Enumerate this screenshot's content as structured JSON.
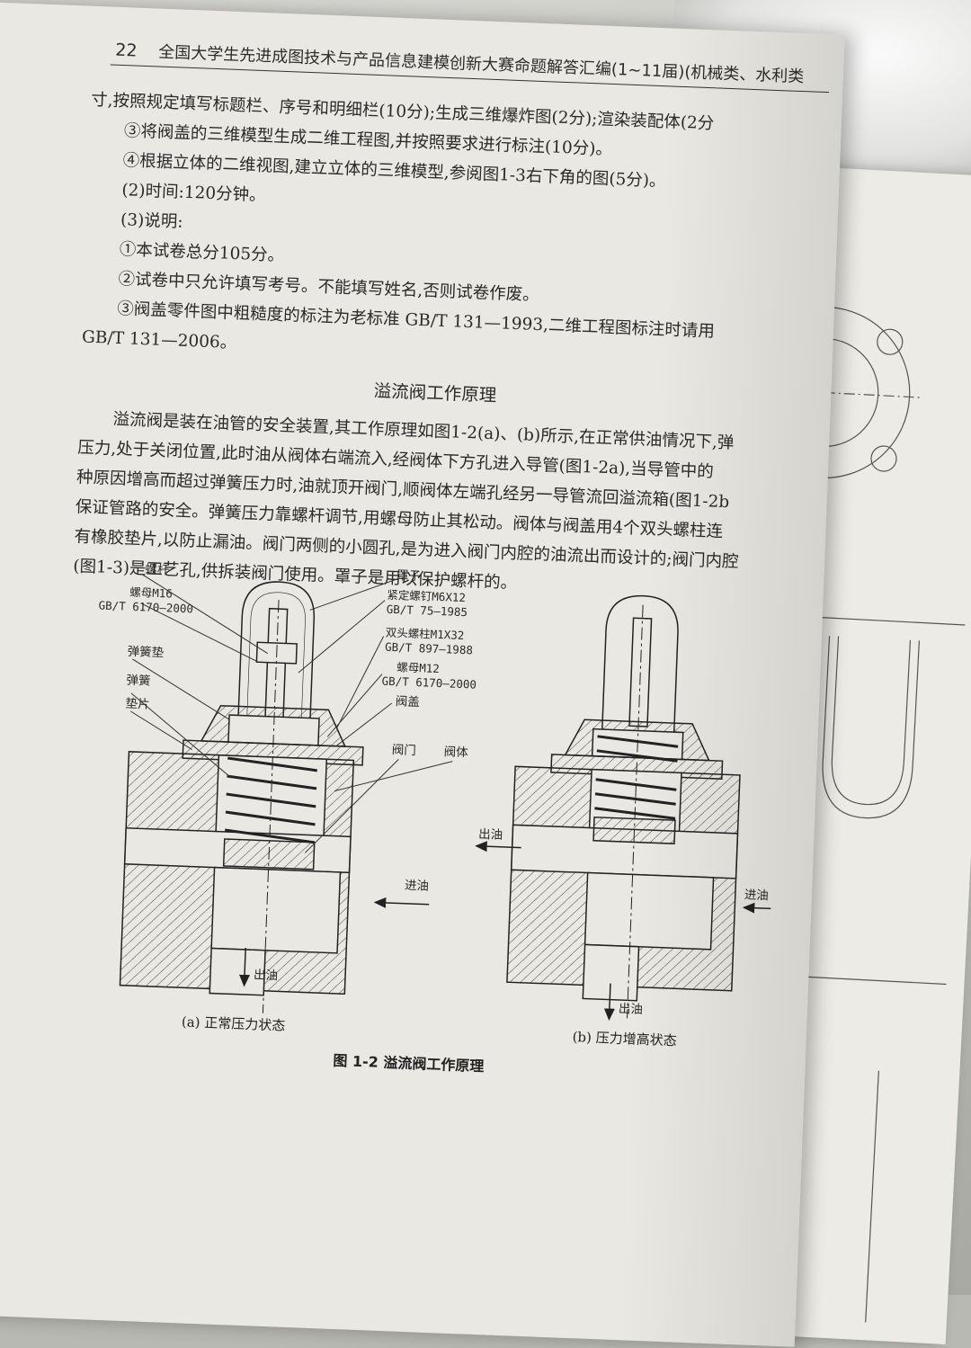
{
  "header": {
    "page_number": "22",
    "title": "全国大学生先进成图技术与产品信息建模创新大赛命题解答汇编(1~11届)(机械类、水利类"
  },
  "paragraphs_top": [
    "寸,按照规定填写标题栏、序号和明细栏(10分);生成三维爆炸图(2分);渲染装配体(2分",
    "③将阀盖的三维模型生成二维工程图,并按照要求进行标注(10分)。",
    "④根据立体的二维视图,建立立体的三维模型,参阅图1-3右下角的图(5分)。",
    "(2)时间:120分钟。",
    "(3)说明:",
    "①本试卷总分105分。",
    "②试卷中只允许填写考号。不能填写姓名,否则试卷作废。",
    "③阀盖零件图中粗糙度的标注为老标准 GB/T 131—1993,二维工程图标注时请用",
    "GB/T 131—2006。"
  ],
  "section_title": "溢流阀工作原理",
  "paragraph_main": [
    "溢流阀是装在油管的安全装置,其工作原理如图1-2(a)、(b)所示,在正常供油情况下,弹",
    "压力,处于关闭位置,此时油从阀体右端流入,经阀体下方孔进入导管(图1-2a),当导管中的",
    "种原因增高而超过弹簧压力时,油就顶开阀门,顺阀体左端孔经另一导管流回溢流箱(图1-2b",
    "保证管路的安全。弹簧压力靠螺杆调节,用螺母防止其松动。阀体与阀盖用4个双头螺柱连",
    "有橡胶垫片,以防止漏油。阀门两侧的小圆孔,是为进入阀门内腔的油流出而设计的;阀门内腔",
    "(图1-3)是工艺孔,供拆装阀门使用。罩子是用以保护螺杆的。"
  ],
  "figure": {
    "labels_left": {
      "screw": "螺杆",
      "nut_m16": "螺母M16",
      "nut_m16_std": "GB/T 6170—2000",
      "spring_washer": "弹簧垫",
      "spring": "弹簧",
      "gasket": "垫片"
    },
    "labels_right": {
      "cover": "罩子",
      "set_screw": "紧定螺钉M6X12",
      "set_screw_std": "GB/T 75—1985",
      "stud": "双头螺柱M1X32",
      "stud_std": "GB/T 897—1988",
      "nut_m12": "螺母M12",
      "nut_m12_std": "GB/T 6170—2000",
      "bonnet": "阀盖",
      "valve": "阀门",
      "body": "阀体"
    },
    "flow": {
      "in_a": "进油",
      "out_a": "出油",
      "out_b_left": "出油",
      "in_b": "进油",
      "out_b_bottom": "出油"
    },
    "caption_a": "(a) 正常压力状态",
    "caption_b": "(b) 压力增高状态",
    "caption": "图 1-2   溢流阀工作原理"
  },
  "colors": {
    "paper": "#e9e8e3",
    "ink": "#2a2a2a"
  }
}
